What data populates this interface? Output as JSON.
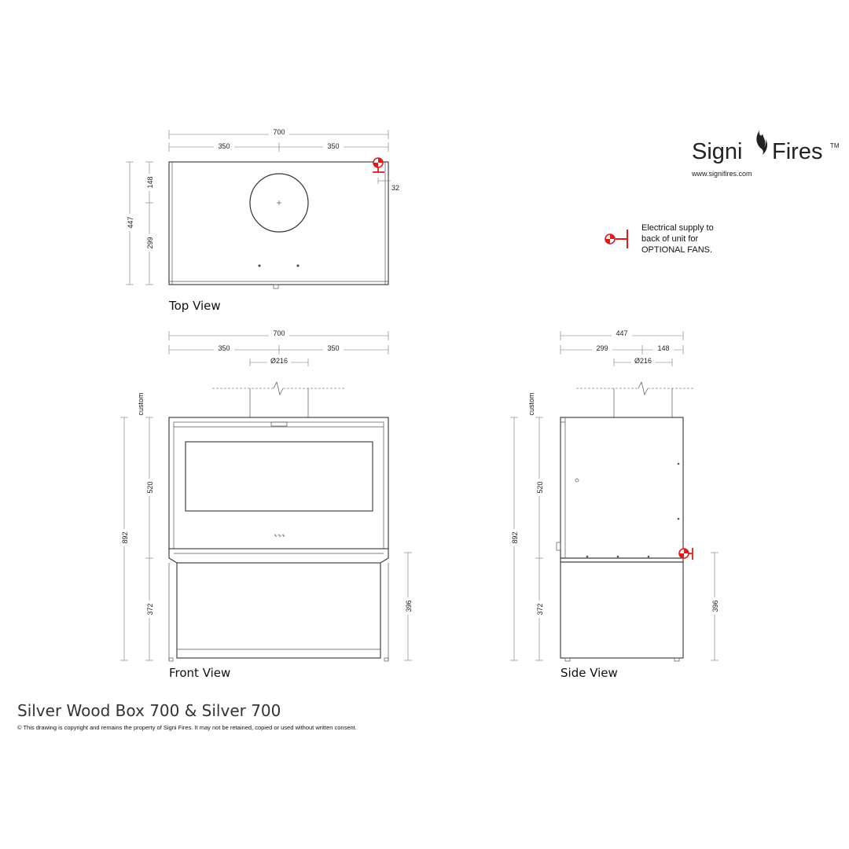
{
  "brand": {
    "name": "Signi",
    "name2": "Fires",
    "trademark": "TM",
    "url": "www.signifires.com"
  },
  "legend": {
    "line1": "Electrical supply to",
    "line2": "back of unit for",
    "line3": "OPTIONAL FANS."
  },
  "top_view": {
    "label": "Top View",
    "width_total": "700",
    "width_left": "350",
    "width_right": "350",
    "depth_total": "447",
    "depth_front": "148",
    "depth_back": "299",
    "socket_offset": "32"
  },
  "front_view": {
    "label": "Front View",
    "width_total": "700",
    "width_left": "350",
    "width_right": "350",
    "flue_diameter": "Ø216",
    "flue_height": "custom",
    "height_total": "892",
    "height_upper": "520",
    "height_lower": "372",
    "height_box": "396"
  },
  "side_view": {
    "label": "Side View",
    "depth_total": "447",
    "depth_a": "299",
    "depth_b": "148",
    "flue_diameter": "Ø216",
    "flue_height": "custom",
    "height_total": "892",
    "height_upper": "520",
    "height_lower": "372",
    "height_box": "396"
  },
  "title": "Silver Wood Box 700 & Silver 700",
  "copyright": "© This drawing is copyright and remains the property of Signi Fires. It may not be retained, copied or used without written consent.",
  "colors": {
    "accent": "#e01b1b",
    "line": "#333333"
  }
}
